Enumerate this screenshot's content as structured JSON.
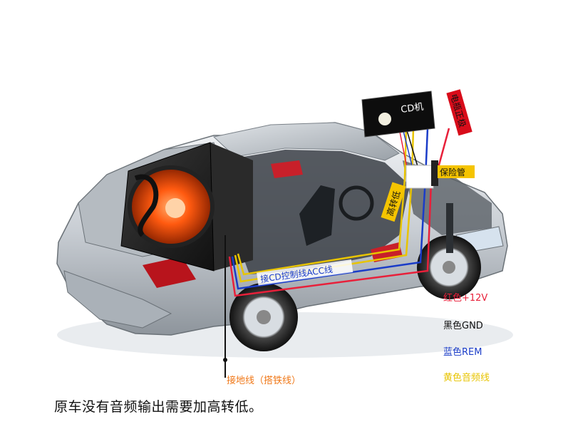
{
  "labels": {
    "cd_unit": "CD机",
    "battery_positive": "电瓶正极",
    "fuse": "保险管",
    "high_to_low": "高转低",
    "cd_acc": "接CD控制线ACC线",
    "ground": "接地线（搭铁线）"
  },
  "legend": {
    "red": "红色+12V",
    "black": "黑色GND",
    "blue": "蓝色REM",
    "yellow": "黄色音频线"
  },
  "caption": "原车没有音频输出需要加高转低。",
  "colors": {
    "red_wire": "#e8203a",
    "black_wire": "#111111",
    "blue_wire": "#1a3cc8",
    "yellow_wire": "#e8c400",
    "ground_label": "#f07818",
    "speaker_cone": "#ff5a10"
  }
}
